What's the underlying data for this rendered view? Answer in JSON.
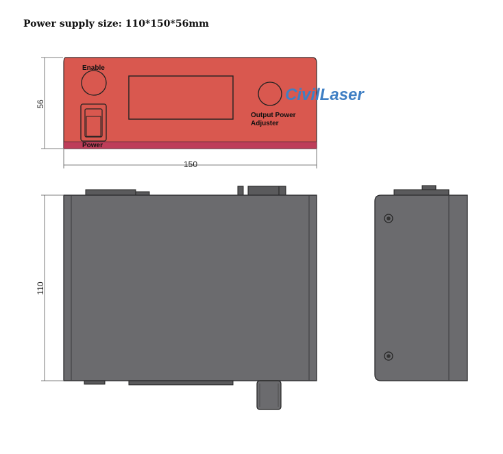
{
  "header": {
    "title": "Power supply size: 110*150*56mm"
  },
  "front_panel": {
    "enable_label": "Enable",
    "power_label": "Power",
    "adjuster_label_line1": "Output Power",
    "adjuster_label_line2": "Adjuster",
    "panel_color": "#d9584f"
  },
  "brand": {
    "name": "CivilLaser",
    "color": "#3f7fc4"
  },
  "dimensions": {
    "height": "56",
    "width": "150",
    "depth": "110"
  },
  "colors": {
    "body": "#6b6b6e",
    "body_edge": "#3a3a3c"
  }
}
